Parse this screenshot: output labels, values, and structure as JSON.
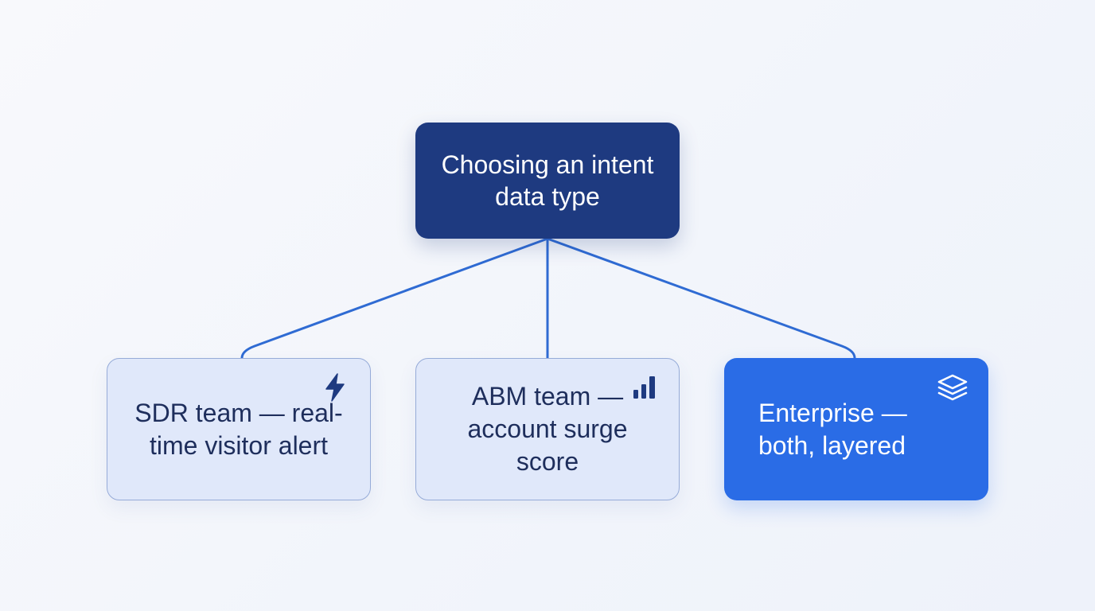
{
  "diagram": {
    "root": {
      "label": "Choosing an intent data type"
    },
    "children": [
      {
        "label": "SDR team — real-time visitor alert",
        "icon": "lightning-bolt-icon"
      },
      {
        "label": "ABM team — account surge score",
        "icon": "bar-chart-icon"
      },
      {
        "label": "Enterprise — both, layered",
        "icon": "layers-icon"
      }
    ],
    "colors": {
      "root_fill": "#1e3a80",
      "child_fill": "#e0e8fa",
      "child_border": "#96abd8",
      "highlight_fill": "#2a6ce6",
      "connector": "#2f6bd3",
      "dark_text": "#1e2e5c"
    }
  }
}
